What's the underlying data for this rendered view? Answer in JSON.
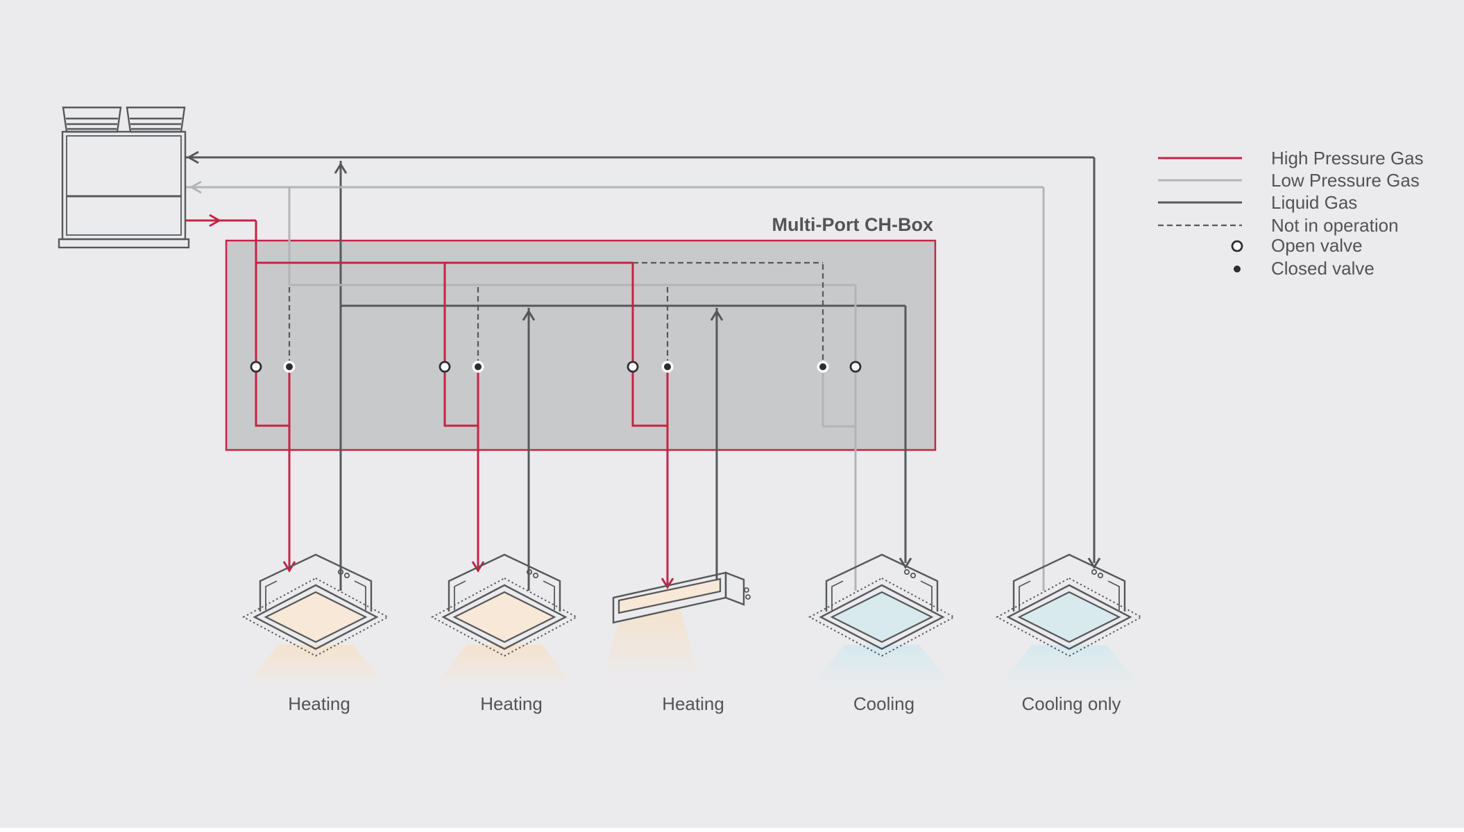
{
  "ch_box": {
    "label": "Multi-Port CH-Box",
    "branches": [
      {
        "serves": "Heating",
        "valves": [
          {
            "line": "high-pressure-gas",
            "state": "open"
          },
          {
            "line": "low-pressure-gas",
            "state": "closed"
          }
        ]
      },
      {
        "serves": "Heating",
        "valves": [
          {
            "line": "high-pressure-gas",
            "state": "open"
          },
          {
            "line": "low-pressure-gas",
            "state": "closed"
          }
        ]
      },
      {
        "serves": "Heating",
        "valves": [
          {
            "line": "high-pressure-gas",
            "state": "open"
          },
          {
            "line": "low-pressure-gas",
            "state": "closed"
          }
        ]
      },
      {
        "serves": "Cooling",
        "valves": [
          {
            "line": "high-pressure-gas",
            "state": "closed"
          },
          {
            "line": "low-pressure-gas",
            "state": "open"
          }
        ]
      }
    ]
  },
  "legend": {
    "items": [
      {
        "label": "High Pressure Gas",
        "symbol": "red-line"
      },
      {
        "label": "Low Pressure Gas",
        "symbol": "light-gray-line"
      },
      {
        "label": "Liquid Gas",
        "symbol": "dark-gray-line"
      },
      {
        "label": "Not in operation",
        "symbol": "dashed-line"
      },
      {
        "label": "Open valve",
        "symbol": "open-circle"
      },
      {
        "label": "Closed valve",
        "symbol": "filled-dot"
      }
    ]
  },
  "units": [
    {
      "label": "Heating",
      "type": "4-way-cassette",
      "mode": "heating"
    },
    {
      "label": "Heating",
      "type": "4-way-cassette",
      "mode": "heating"
    },
    {
      "label": "Heating",
      "type": "ducted",
      "mode": "heating"
    },
    {
      "label": "Cooling",
      "type": "4-way-cassette",
      "mode": "cooling"
    },
    {
      "label": "Cooling only",
      "type": "4-way-cassette",
      "mode": "cooling"
    }
  ],
  "colors": {
    "background": "#ebebed",
    "high_pressure": "#c62246",
    "low_pressure": "#b2b4b6",
    "liquid": "#55575a",
    "box_fill": "#c8c9ca",
    "box_border": "#c62246",
    "valve_dark": "#2c2d2f",
    "text": "#525356",
    "warm_face": "#f8e8d7",
    "cool_face": "#d8eaee"
  }
}
